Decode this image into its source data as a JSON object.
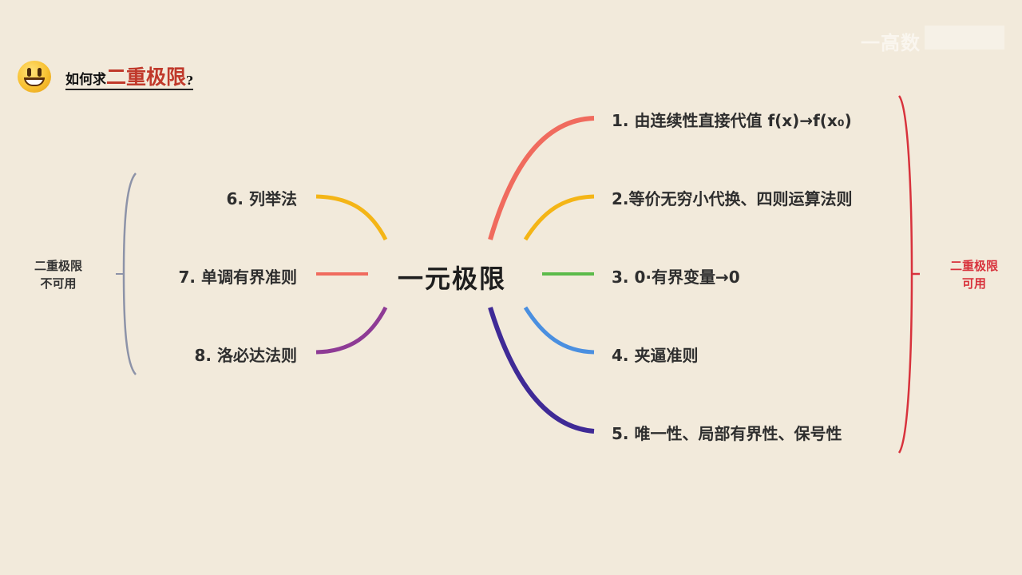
{
  "header": {
    "watermark": "一高数",
    "title_prefix": "如何求",
    "title_highlight": "二重极限",
    "title_suffix": "?"
  },
  "mindmap": {
    "center": "一元极限",
    "right_branches": [
      {
        "label": "1. 由连续性直接代值  f(x)→f(x₀)",
        "color": "#f06b5e"
      },
      {
        "label": "2.等价无穷小代换、四则运算法则",
        "color": "#f4b516"
      },
      {
        "label": "3. 0·有界变量→0",
        "color": "#5cbb4a"
      },
      {
        "label": "4. 夹逼准则",
        "color": "#4a8fe0"
      },
      {
        "label": "5. 唯一性、局部有界性、保号性",
        "color": "#3f2a96"
      }
    ],
    "left_branches": [
      {
        "label": "6. 列举法",
        "color": "#f4b516"
      },
      {
        "label": "7. 单调有界准则",
        "color": "#f06b5e"
      },
      {
        "label": "8. 洛必达法则",
        "color": "#8e3b95"
      }
    ],
    "left_group_label_line1": "二重极限",
    "left_group_label_line2": "不可用",
    "right_group_label_line1": "二重极限",
    "right_group_label_line2": "可用",
    "left_bracket_color": "#8d93a8",
    "right_bracket_color": "#d8323c"
  }
}
